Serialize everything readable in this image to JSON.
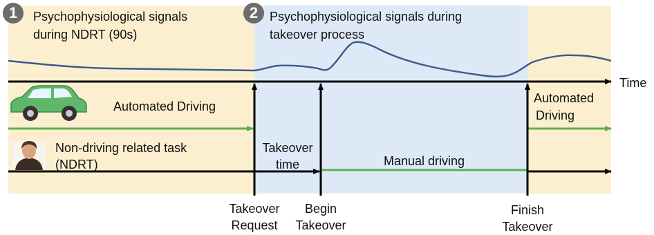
{
  "phases": {
    "phase1": {
      "number": "1",
      "title_line1": "Psychophysiological signals",
      "title_line2": "during NDRT (90s)"
    },
    "phase2": {
      "number": "2",
      "title_line1": "Psychophysiological signals during",
      "title_line2": "takeover process"
    }
  },
  "axis": {
    "time_label": "Time"
  },
  "rows": {
    "automated_driving": "Automated Driving",
    "automated_driving_end_line1": "Automated",
    "automated_driving_end_line2": "Driving",
    "ndrt_line1": "Non-driving related task",
    "ndrt_line2": "(NDRT)",
    "takeover_time_line1": "Takeover",
    "takeover_time_line2": "time",
    "manual_driving": "Manual driving"
  },
  "events": {
    "takeover_request_line1": "Takeover",
    "takeover_request_line2": "Request",
    "begin_takeover_line1": "Begin",
    "begin_takeover_line2": "Takeover",
    "finish_takeover_line1": "Finish",
    "finish_takeover_line2": "Takeover"
  },
  "colors": {
    "ndrt_background": "#fbefcf",
    "takeover_background": "#dde9f7",
    "signal_line": "#3d5a8a",
    "green_arrow": "#5fae4f",
    "car_body": "#5fb86a"
  },
  "icons": {
    "car": "car-icon",
    "person": "person-icon"
  }
}
